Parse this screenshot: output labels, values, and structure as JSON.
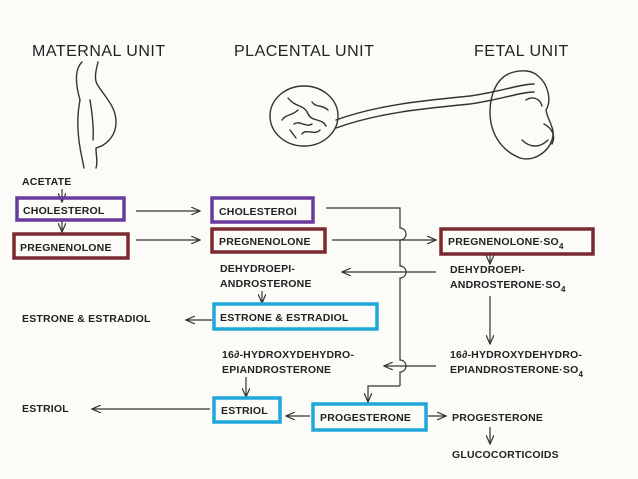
{
  "headers": {
    "maternal": "MATERNAL UNIT",
    "placental": "PLACENTAL UNIT",
    "fetal": "FETAL UNIT"
  },
  "maternal": {
    "acetate": "ACETATE",
    "cholesterol": "CHOLESTEROL",
    "pregnenolone": "PREGNENOLONE",
    "estrone_estradiol": "ESTRONE & ESTRADIOL",
    "estriol": "ESTRIOL"
  },
  "placental": {
    "cholesterol": "CHOLESTEROl",
    "pregnenolone": "PREGNENOLONE",
    "dhea_line1": "DEHYDROEPI-",
    "dhea_line2": "ANDROSTERONE",
    "estrone_estradiol": "ESTRONE & ESTRADIOL",
    "oh_dhea_line1": "16∂-HYDROXYDEHYDRO-",
    "oh_dhea_line2": "EPIANDROSTERONE",
    "estriol": "ESTRIOL",
    "progesterone": "PROGESTERONE"
  },
  "fetal": {
    "pregnenolone_so4": "PREGNENOLONE·SO",
    "pregnenolone_so4_sub": "4",
    "dhea_line1": "DEHYDROEPI-",
    "dhea_line2": "ANDROSTERONE·SO",
    "dhea_sub": "4",
    "oh_dhea_line1": "16∂-HYDROXYDEHYDRO-",
    "oh_dhea_line2": "EPIANDROSTERONE·SO",
    "oh_dhea_sub": "4",
    "progesterone": "PROGESTERONE",
    "glucocorticoids": "GLUCOCORTICOIDS"
  },
  "colors": {
    "purple_box": "#6a3a9c",
    "maroon_box": "#7a2a2e",
    "blue_box": "#1ea7d8",
    "ink": "#222222"
  },
  "icons": [
    "pregnant-woman-illustration",
    "placenta-illustration",
    "fetus-illustration"
  ]
}
